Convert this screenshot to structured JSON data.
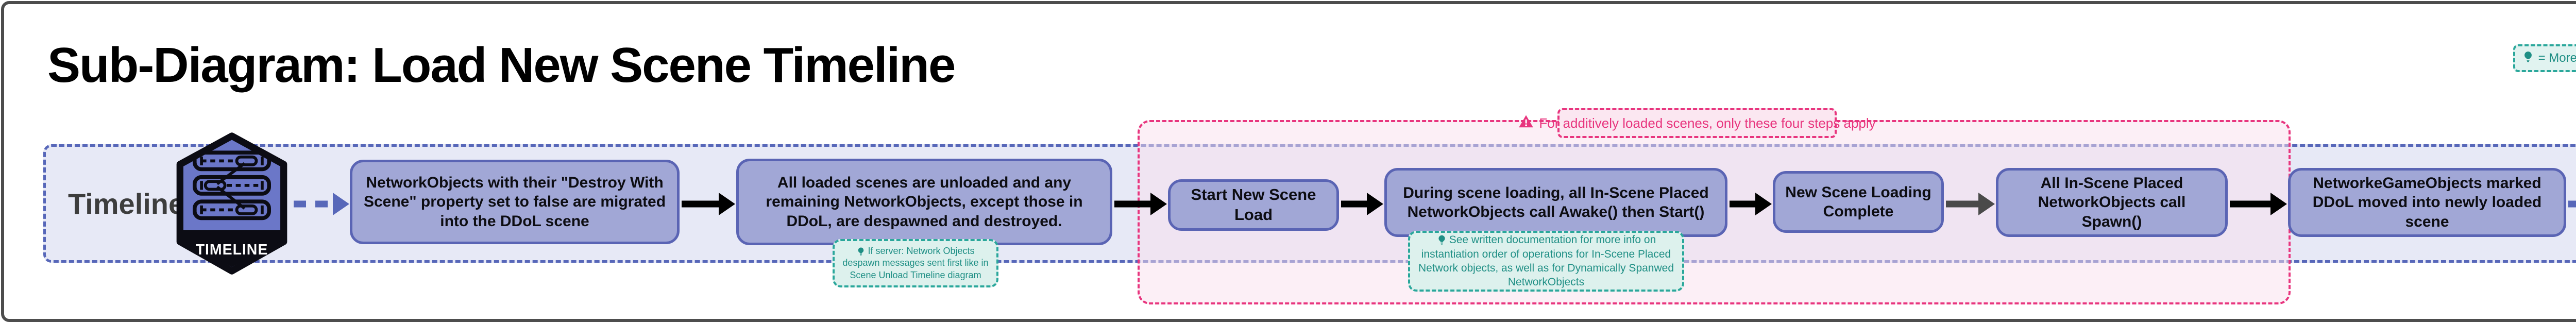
{
  "page": {
    "title": "Sub-Diagram: Load New Scene Timeline"
  },
  "legend": {
    "more_info_label": "= More info",
    "icon": "lightbulb-icon"
  },
  "timeline": {
    "label": "Timeline",
    "hexagon_badge_text": "TIMELINE",
    "hexagon_icon": "timeline-tracks-icon"
  },
  "nodes": [
    {
      "text": "NetworkObjects with their \"Destroy With Scene\" property set to false are migrated into the DDoL scene"
    },
    {
      "text": "All loaded scenes are unloaded and any remaining NetworkObjects, except those in DDoL, are despawned and destroyed."
    },
    {
      "text": "Start New Scene Load"
    },
    {
      "text": "During scene loading, all In-Scene Placed NetworkObjects call Awake() then Start()"
    },
    {
      "text": "New Scene Loading Complete"
    },
    {
      "text": "All In-Scene Placed NetworkObjects call Spawn()"
    },
    {
      "text": "NetworkeGameObjects marked DDoL moved into newly loaded scene"
    }
  ],
  "connectors": [
    {
      "from": "timeline-hexagon",
      "to": "node-1",
      "style": "dashed-purple-arrow"
    },
    {
      "from": "node-1",
      "to": "node-2",
      "style": "solid-black-arrow"
    },
    {
      "from": "node-2",
      "to": "node-3",
      "style": "solid-black-arrow"
    },
    {
      "from": "node-3",
      "to": "node-4",
      "style": "solid-black-arrow"
    },
    {
      "from": "node-4",
      "to": "node-5",
      "style": "solid-black-arrow"
    },
    {
      "from": "node-5",
      "to": "node-6",
      "style": "solid-gray-arrow"
    },
    {
      "from": "node-6",
      "to": "node-7",
      "style": "solid-black-arrow"
    },
    {
      "from": "node-7",
      "to": "timeline-end",
      "style": "dashed-purple-arrow"
    }
  ],
  "callout": {
    "text": "For additively loaded scenes, only these four steps apply",
    "icon": "warning-triangle-icon"
  },
  "notes": [
    {
      "text": "If server: Network Objects despawn messages sent first like in Scene Unload Timeline diagram",
      "icon": "lightbulb-icon"
    },
    {
      "text": "See written documentation for more info on instantiation order of operations for In-Scene Placed Network objects, as well as for Dynamically Spanwed NetworkObjects",
      "icon": "lightbulb-icon"
    }
  ],
  "colors": {
    "node_fill": "#a1a7d6",
    "node_border": "#5a64b4",
    "container_fill": "#e7e9f6",
    "container_border": "#5767b9",
    "hexagon_fill": "#6b77c8",
    "pink_accent": "#e8357e",
    "pink_fill": "#fbe7f1",
    "teal_accent": "#2aa79b",
    "teal_text": "#1f8f85",
    "teal_fill": "#ddf1ed",
    "arrow_black": "#000000",
    "arrow_gray": "#4a4a4a",
    "frame_border": "#4d4d4d"
  }
}
